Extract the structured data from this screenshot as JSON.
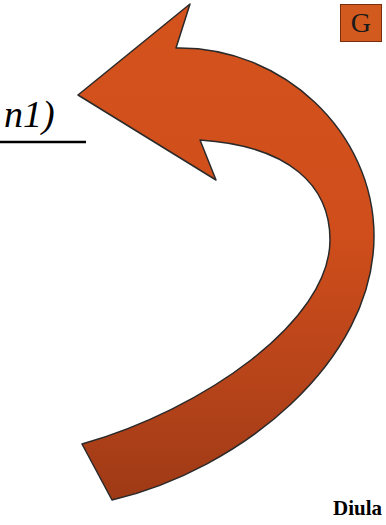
{
  "diagram": {
    "nodes": [
      {
        "text": [
          "G"
        ]
      }
    ],
    "labels": [
      "n1)",
      "Diula"
    ]
  }
}
